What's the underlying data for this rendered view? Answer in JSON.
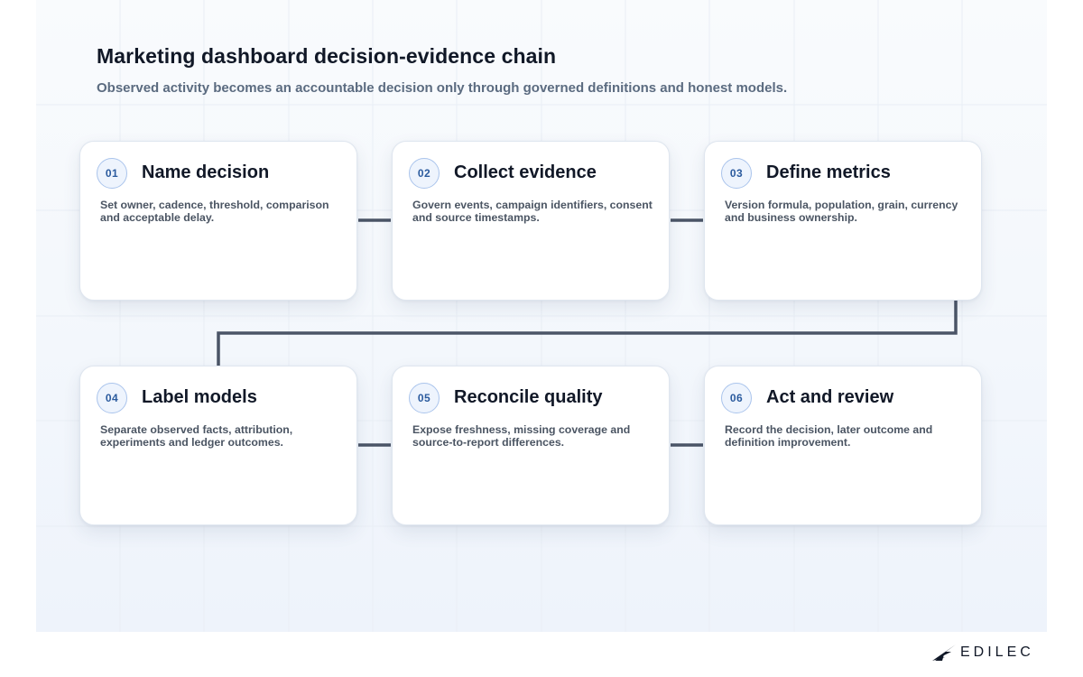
{
  "header": {
    "title": "Marketing dashboard decision-evidence chain",
    "subtitle": "Observed activity becomes an accountable decision only through governed definitions and honest models."
  },
  "steps": [
    {
      "number": "01",
      "title": "Name decision",
      "description": "Set owner, cadence, threshold, comparison and acceptable delay."
    },
    {
      "number": "02",
      "title": "Collect evidence",
      "description": "Govern events, campaign identifiers, consent and source timestamps."
    },
    {
      "number": "03",
      "title": "Define metrics",
      "description": "Version formula, population, grain, currency and business ownership."
    },
    {
      "number": "04",
      "title": "Label models",
      "description": "Separate observed facts, attribution, experiments and ledger outcomes."
    },
    {
      "number": "05",
      "title": "Reconcile quality",
      "description": "Expose freshness, missing coverage and source-to-report differences."
    },
    {
      "number": "06",
      "title": "Act and review",
      "description": "Record the decision, later outcome and definition improvement."
    }
  ],
  "footer": {
    "brand": "EDILEC",
    "logo_icon": "edilec-wing-icon"
  },
  "colors": {
    "connector": "#4b5567",
    "badge_border": "#aac4ec",
    "badge_fill": "#eef4fd",
    "badge_text": "#2b5b9e"
  }
}
